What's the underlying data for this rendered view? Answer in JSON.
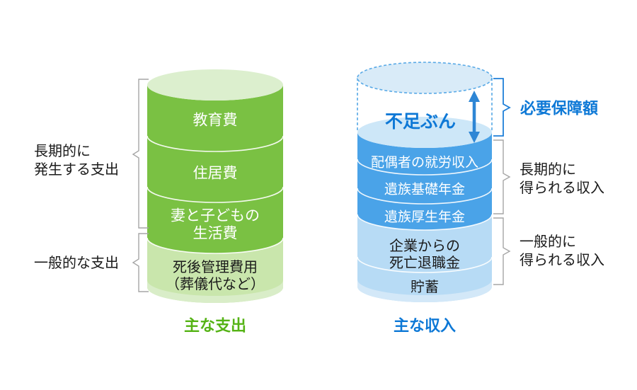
{
  "expense": {
    "caption": "主な支出",
    "bracket_long_term": {
      "line1": "長期的に",
      "line2": "発生する支出"
    },
    "bracket_general": {
      "line1": "一般的な支出"
    },
    "sections": [
      {
        "label": "教育費"
      },
      {
        "label": "住居費"
      },
      {
        "line1": "妻と子どもの",
        "line2": "生活費"
      },
      {
        "line1": "死後管理費用",
        "line2": "（葬儀代など）"
      }
    ]
  },
  "income": {
    "caption": "主な収入",
    "shortfall_label": "不足ぶん",
    "required_coverage_label": "必要保障額",
    "bracket_long_term": {
      "line1": "長期的に",
      "line2": "得られる収入"
    },
    "bracket_general": {
      "line1": "一般的に",
      "line2": "得られる収入"
    },
    "sections": [
      {
        "label": "配偶者の就労収入"
      },
      {
        "label": "遺族基礎年金"
      },
      {
        "label": "遺族厚生年金"
      },
      {
        "line1": "企業からの",
        "line2": "死亡退職金"
      },
      {
        "label": "貯蓄"
      }
    ]
  },
  "colors": {
    "expense_body": "#7ac143",
    "expense_top_face": "#dcefce",
    "expense_general_section": "#c9e6ac",
    "expense_bottom_rim": "#d9edc8",
    "expense_caption_text": "#55b315",
    "income_body": "#4aa3e8",
    "income_general_section": "#b7dbf5",
    "income_surface_face": "#cde7f8",
    "income_ghost_face": "#d9ebf8",
    "income_bottom_rim": "#d3e8f8",
    "income_dashed_outline": "#58a9e6",
    "income_caption_text": "#0d78d6",
    "shortfall_arrow": "#2e86d5",
    "bracket_gray": "#a6a6a6",
    "bracket_blue": "#1e7fd8",
    "label_text": "#1a1a1a",
    "section_divider": "#ffffff",
    "background": "#ffffff"
  }
}
